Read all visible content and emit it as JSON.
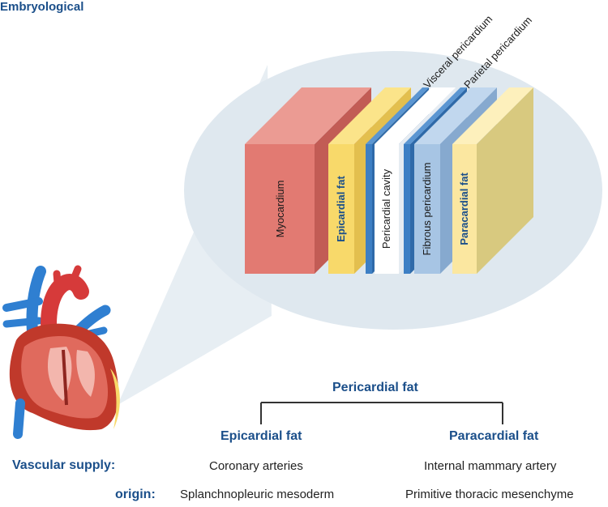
{
  "colors": {
    "accent": "#1b4f8a",
    "myocardium": "#e27a72",
    "epicardial_fat": "#f8d96a",
    "visceral_pericardium": "#3d7fc4",
    "parietal_pericardium": "#a7c5e4",
    "paracardial_fat": "#fbe7a0",
    "zoom_bubble": "#dfe8ef"
  },
  "top_label": "Embryological",
  "layers": {
    "myocardium": "Myocardium",
    "epicardial_fat": "Epicardial fat",
    "pericardial_cavity": "Pericardial cavity",
    "fibrous_pericardium": "Fibrous pericardium",
    "paracardial_fat": "Paracardial fat",
    "visceral_pericardium": "Visceral pericardium",
    "parietal_pericardium": "Parietal pericardium"
  },
  "tree": {
    "root": "Pericardial fat",
    "left": "Epicardial fat",
    "right": "Paracardial fat"
  },
  "rows": [
    {
      "label": "Vascular supply:",
      "left": "Coronary arteries",
      "right": "Internal mammary artery"
    },
    {
      "label": "origin:",
      "left": "Splanchnopleuric mesoderm",
      "right": "Primitive thoracic mesenchyme"
    }
  ]
}
